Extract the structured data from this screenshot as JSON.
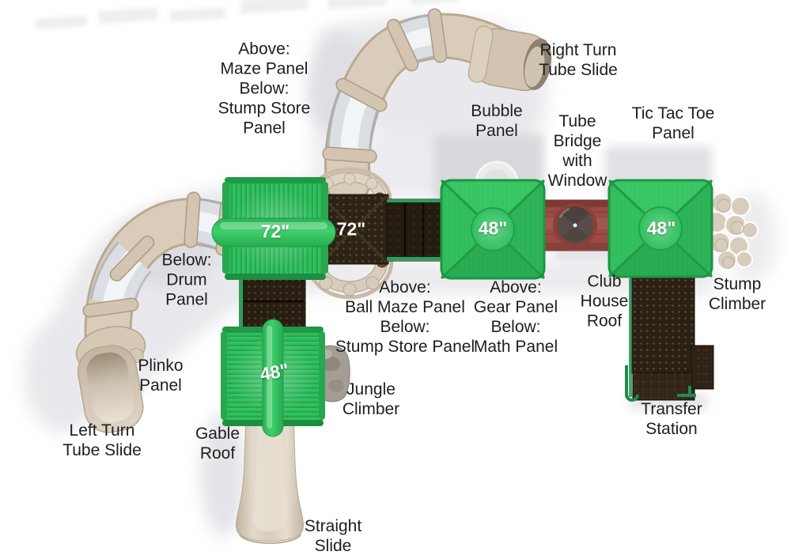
{
  "title": "Playground play-structure top view diagram",
  "colors": {
    "background": "#ffffff",
    "roof_green": "#2cb857",
    "roof_green_dark": "#1f9443",
    "deck_brown": "#2b2014",
    "bridge_red": "#9c4a43",
    "tube_tan": "#d9ccba",
    "shadow_gray": "#e9e9ed",
    "label_text": "#1e1e1e",
    "dimension_text": "#ffffff"
  },
  "labels": {
    "maze_stump": "Above:\nMaze Panel\nBelow:\nStump Store\nPanel",
    "right_turn_slide": "Right Turn\nTube Slide",
    "bubble_panel": "Bubble\nPanel",
    "tube_bridge": "Tube\nBridge\nwith\nWindow",
    "tic_tac_toe": "Tic Tac Toe\nPanel",
    "drum_panel": "Below:\nDrum\nPanel",
    "ball_maze": "Above:\nBall Maze Panel\nBelow:\nStump Store Panel",
    "gear_math": "Above:\nGear Panel\nBelow:\nMath Panel",
    "club_house_roof": "Club\nHouse\nRoof",
    "stump_climber": "Stump\nClimber",
    "plinko_panel": "Plinko\nPanel",
    "jungle_climber": "Jungle\nClimber",
    "transfer_station": "Transfer\nStation",
    "left_turn_slide": "Left Turn\nTube Slide",
    "gable_roof": "Gable\nRoof",
    "straight_slide": "Straight\nSlide"
  },
  "dimensions": {
    "gable_roof_72": "72\"",
    "deck_72": "72\"",
    "bubble_roof_48": "48\"",
    "club_house_roof_48": "48\"",
    "gable_roof_48": "48\""
  }
}
